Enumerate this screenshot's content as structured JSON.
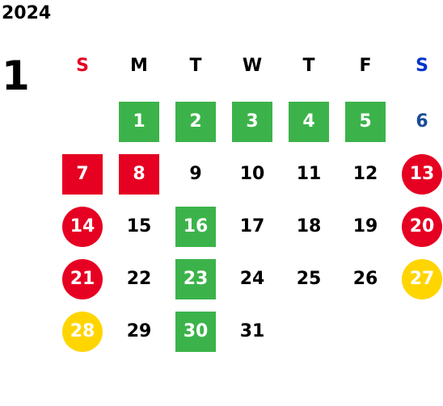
{
  "calendar": {
    "year": "2024",
    "month": "1",
    "colors": {
      "text": "#000000",
      "sunday": "#e60022",
      "saturday": "#0033cc",
      "saturday_plain": "#1a4d99",
      "green": "#3cb34a",
      "red": "#e60022",
      "yellow": "#ffd500",
      "on_fill": "#ffffff"
    },
    "weekdays": [
      {
        "label": "S",
        "style": "sunday"
      },
      {
        "label": "M",
        "style": "text"
      },
      {
        "label": "T",
        "style": "text"
      },
      {
        "label": "W",
        "style": "text"
      },
      {
        "label": "T",
        "style": "text"
      },
      {
        "label": "F",
        "style": "text"
      },
      {
        "label": "S",
        "style": "saturday"
      }
    ],
    "weeks": [
      [
        null,
        {
          "day": "1",
          "mark": "green-square"
        },
        {
          "day": "2",
          "mark": "green-square"
        },
        {
          "day": "3",
          "mark": "green-square"
        },
        {
          "day": "4",
          "mark": "green-square"
        },
        {
          "day": "5",
          "mark": "green-square"
        },
        {
          "day": "6",
          "mark": "saturday-plain"
        }
      ],
      [
        {
          "day": "7",
          "mark": "red-square"
        },
        {
          "day": "8",
          "mark": "red-square"
        },
        {
          "day": "9",
          "mark": "plain"
        },
        {
          "day": "10",
          "mark": "plain"
        },
        {
          "day": "11",
          "mark": "plain"
        },
        {
          "day": "12",
          "mark": "plain"
        },
        {
          "day": "13",
          "mark": "red-circle"
        }
      ],
      [
        {
          "day": "14",
          "mark": "red-circle"
        },
        {
          "day": "15",
          "mark": "plain"
        },
        {
          "day": "16",
          "mark": "green-square"
        },
        {
          "day": "17",
          "mark": "plain"
        },
        {
          "day": "18",
          "mark": "plain"
        },
        {
          "day": "19",
          "mark": "plain"
        },
        {
          "day": "20",
          "mark": "red-circle"
        }
      ],
      [
        {
          "day": "21",
          "mark": "red-circle"
        },
        {
          "day": "22",
          "mark": "plain"
        },
        {
          "day": "23",
          "mark": "green-square"
        },
        {
          "day": "24",
          "mark": "plain"
        },
        {
          "day": "25",
          "mark": "plain"
        },
        {
          "day": "26",
          "mark": "plain"
        },
        {
          "day": "27",
          "mark": "yellow-circle"
        }
      ],
      [
        {
          "day": "28",
          "mark": "yellow-circle"
        },
        {
          "day": "29",
          "mark": "plain"
        },
        {
          "day": "30",
          "mark": "green-square"
        },
        {
          "day": "31",
          "mark": "plain"
        },
        null,
        null,
        null
      ]
    ]
  }
}
